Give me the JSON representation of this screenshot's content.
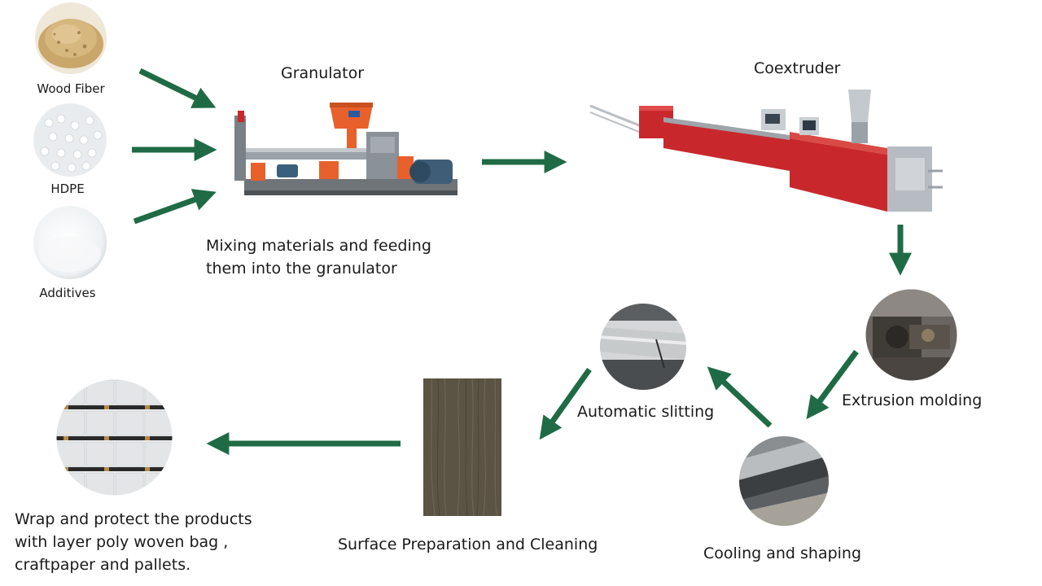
{
  "inputs": {
    "wood_fiber": "Wood Fiber",
    "hdpe": "HDPE",
    "additives": "Additives"
  },
  "steps": {
    "granulator_title": "Granulator",
    "granulator_caption_line1": "Mixing materials and feeding",
    "granulator_caption_line2": "them into the granulator",
    "coextruder_title": "Coextruder",
    "extrusion_molding": "Extrusion molding",
    "cooling_shaping": "Cooling and shaping",
    "automatic_slitting": "Automatic slitting",
    "surface_preparation": "Surface Preparation and Cleaning",
    "wrap_line1": "Wrap and protect the products",
    "wrap_line2": "with layer poly woven bag ,",
    "wrap_line3": "craftpaper and pallets."
  },
  "colors": {
    "arrow": "#1f6b45",
    "machine_orange": "#e8612c",
    "machine_red": "#c8282c",
    "machine_grey": "#8a9198",
    "board_brown": "#5b5343"
  }
}
